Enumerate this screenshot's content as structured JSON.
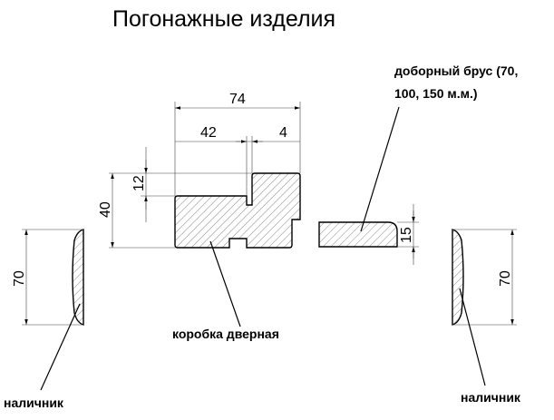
{
  "title": "Погонажные изделия",
  "labels": {
    "dobor_line1": "доборный брус (70,",
    "dobor_line2": "100, 150 м.м.)",
    "korobka": "коробка дверная",
    "nalichnik_left": "наличник",
    "nalichnik_right": "наличник"
  },
  "dimensions": {
    "box_width": "74",
    "box_inner": "42",
    "box_lip": "4",
    "box_step": "12",
    "box_height": "40",
    "dobor_thickness": "15",
    "nalichnik_left_width": "70",
    "nalichnik_right_width": "70"
  }
}
